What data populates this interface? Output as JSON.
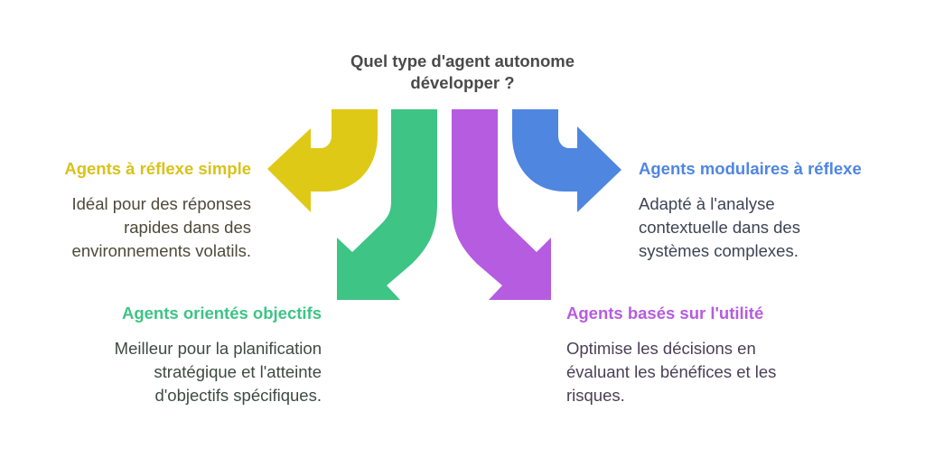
{
  "question": {
    "line1": "Quel type d'agent autonome",
    "line2": "développer ?"
  },
  "colors": {
    "yellow": "#dfc917",
    "green": "#3ec485",
    "purple": "#b65ce0",
    "blue": "#4f86e0"
  },
  "options": [
    {
      "title": "Agents à réflexe simple",
      "desc_lines": [
        "Idéal pour des réponses",
        "rapides dans des",
        "environnements volatils."
      ],
      "arrow_direction": "left",
      "color": "yellow"
    },
    {
      "title": "Agents orientés objectifs",
      "desc_lines": [
        "Meilleur pour la planification",
        "stratégique et l'atteinte",
        "d'objectifs spécifiques."
      ],
      "arrow_direction": "down-left",
      "color": "green"
    },
    {
      "title": "Agents basés sur l'utilité",
      "desc_lines": [
        "Optimise les décisions en",
        "évaluant les bénéfices et les",
        "risques."
      ],
      "arrow_direction": "down-right",
      "color": "purple"
    },
    {
      "title": "Agents modulaires à réflexe",
      "desc_lines": [
        "Adapté à l'analyse",
        "contextuelle dans des",
        "systèmes complexes."
      ],
      "arrow_direction": "right",
      "color": "blue"
    }
  ]
}
